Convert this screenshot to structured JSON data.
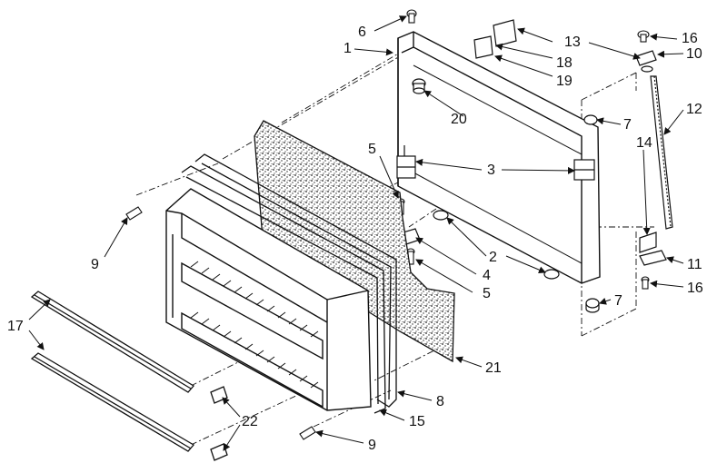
{
  "diagram": {
    "ink_color": "#111111",
    "background": "#ffffff",
    "callouts": {
      "c1": "1",
      "c2": "2",
      "c3": "3",
      "c4": "4",
      "c5a": "5",
      "c5b": "5",
      "c6": "6",
      "c7a": "7",
      "c7b": "7",
      "c8": "8",
      "c9a": "9",
      "c9b": "9",
      "c10": "10",
      "c11": "11",
      "c12": "12",
      "c13": "13",
      "c14": "14",
      "c15": "15",
      "c16a": "16",
      "c16b": "16",
      "c17": "17",
      "c18": "18",
      "c19": "19",
      "c20": "20",
      "c21": "21",
      "c22": "22"
    }
  }
}
